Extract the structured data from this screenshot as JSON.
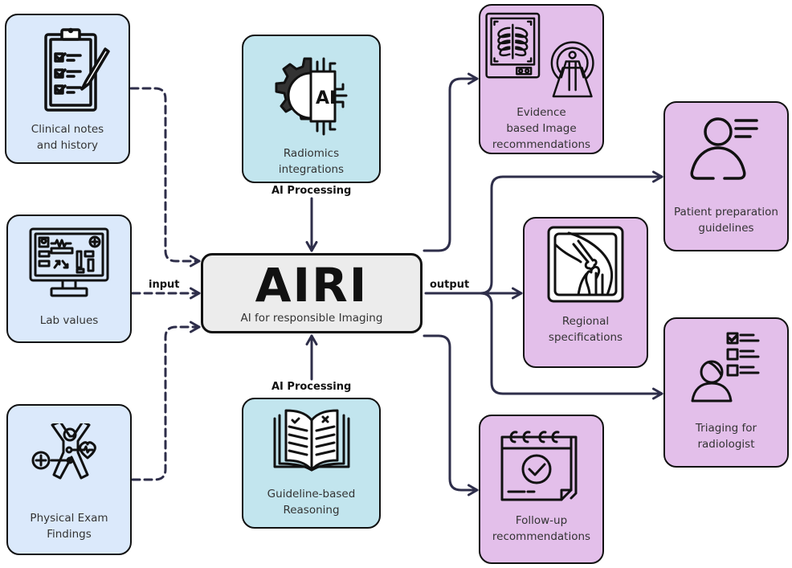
{
  "diagram": {
    "center": {
      "title": "AIRI",
      "subtitle": "AI for responsible Imaging"
    },
    "edge_labels": {
      "input": "input",
      "output": "output",
      "processing_top": "AI Processing",
      "processing_bottom": "AI Processing"
    },
    "inputs": [
      {
        "label": "Clinical notes\nand history",
        "icon": "clipboard-checklist-icon"
      },
      {
        "label": "Lab values",
        "icon": "monitor-dashboard-icon"
      },
      {
        "label": "Physical Exam\nFindings",
        "icon": "body-exam-icon"
      }
    ],
    "processing": [
      {
        "label": "Radiomics\nintegrations",
        "icon": "ai-gear-chip-icon"
      },
      {
        "label": "Guideline-based\nReasoning",
        "icon": "open-book-icon"
      }
    ],
    "outputs": [
      {
        "label": "Evidence\nbased Image\nrecommendations",
        "icon": "xray-scanner-icon"
      },
      {
        "label": "Patient preparation\nguidelines",
        "icon": "patient-list-icon"
      },
      {
        "label": "Regional\nspecifications",
        "icon": "knee-xray-icon"
      },
      {
        "label": "Triaging for\nradiologist",
        "icon": "patient-checklist-icon"
      },
      {
        "label": "Follow-up\nrecommendations",
        "icon": "calendar-check-icon"
      }
    ],
    "colors": {
      "input_fill": "#dbe9fb",
      "processing_fill": "#c2e5ee",
      "output_fill": "#e3bfea",
      "center_fill": "#ececec",
      "connector": "#2e2e4a"
    }
  }
}
